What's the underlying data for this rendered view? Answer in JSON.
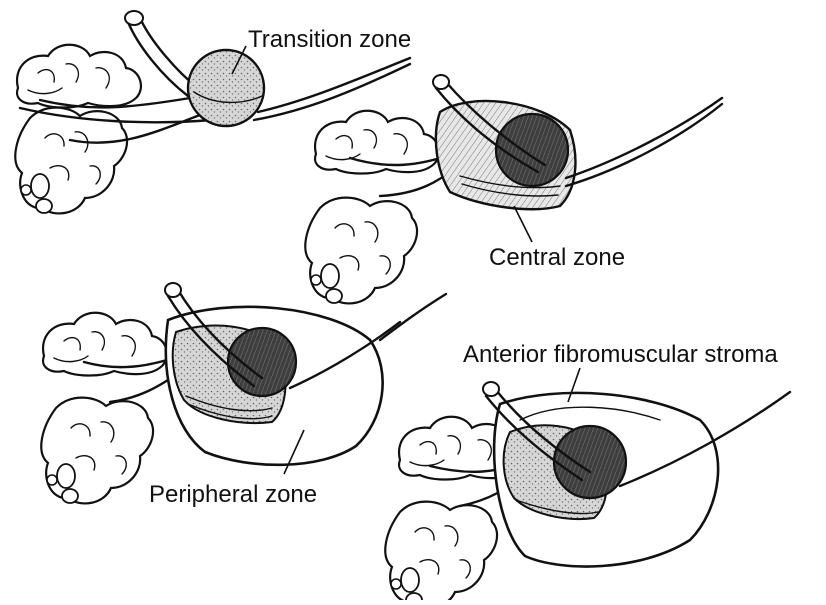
{
  "labels": {
    "transition": "Transition zone",
    "central": "Central zone",
    "peripheral": "Peripheral zone",
    "anterior": "Anterior fibromuscular stroma"
  },
  "colors": {
    "transition_fill": "#cfcfcf",
    "central_fill": "#ececec",
    "peripheral_fill": "#bdbdbd",
    "urethra_dark": "#4a4a4a",
    "ink": "#111111"
  }
}
